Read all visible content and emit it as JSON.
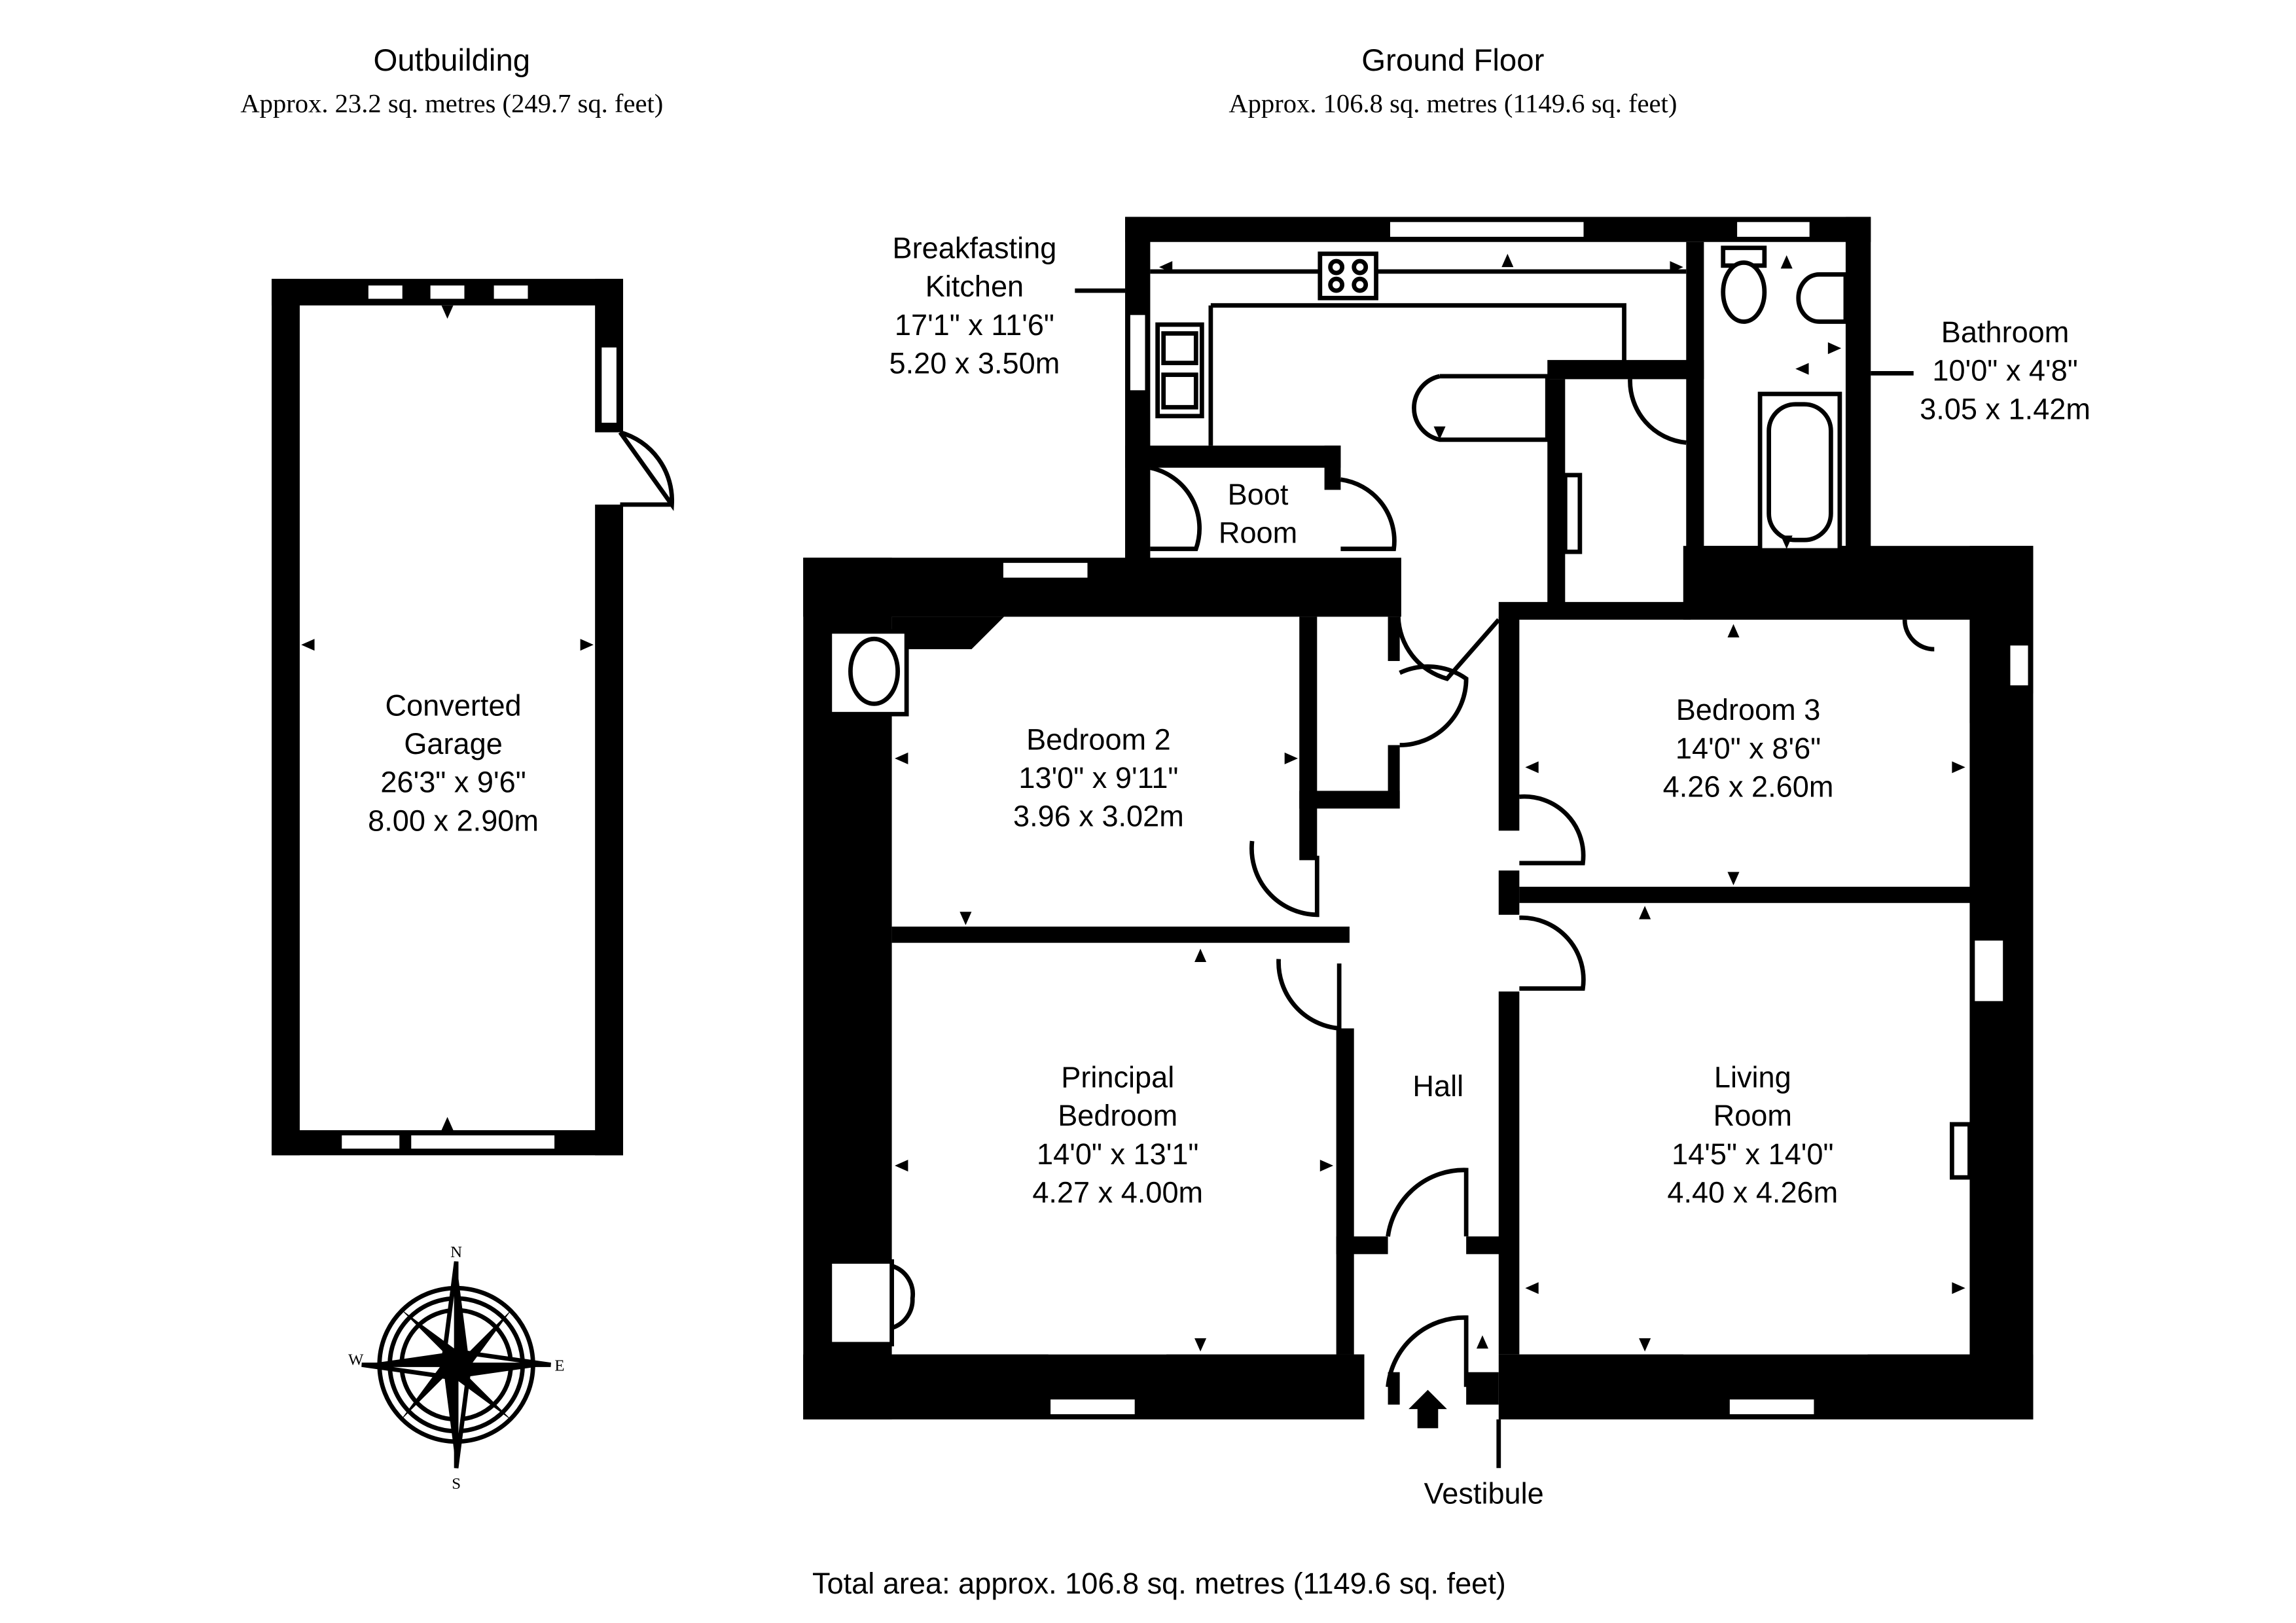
{
  "sections": {
    "outbuilding": {
      "title": "Outbuilding",
      "area": "Approx. 23.2 sq. metres (249.7 sq. feet)"
    },
    "ground_floor": {
      "title": "Ground Floor",
      "area": "Approx. 106.8 sq. metres (1149.6 sq. feet)"
    }
  },
  "rooms": {
    "garage": {
      "l1": "Converted",
      "l2": "Garage",
      "imperial": "26'3\" x 9'6\"",
      "metric": "8.00 x 2.90m"
    },
    "kitchen": {
      "l1": "Breakfasting",
      "l2": "Kitchen",
      "imperial": "17'1\" x 11'6\"",
      "metric": "5.20 x 3.50m"
    },
    "bathroom": {
      "l1": "Bathroom",
      "imperial": "10'0\" x 4'8\"",
      "metric": "3.05 x 1.42m"
    },
    "boot_room": {
      "l1": "Boot",
      "l2": "Room"
    },
    "bedroom2": {
      "l1": "Bedroom 2",
      "imperial": "13'0\" x 9'11\"",
      "metric": "3.96 x 3.02m"
    },
    "bedroom3": {
      "l1": "Bedroom 3",
      "imperial": "14'0\" x 8'6\"",
      "metric": "4.26 x 2.60m"
    },
    "principal": {
      "l1": "Principal",
      "l2": "Bedroom",
      "imperial": "14'0\" x 13'1\"",
      "metric": "4.27 x 4.00m"
    },
    "living": {
      "l1": "Living",
      "l2": "Room",
      "imperial": "14'5\" x 14'0\"",
      "metric": "4.40 x 4.26m"
    },
    "hall": {
      "l1": "Hall"
    },
    "vestibule": {
      "l1": "Vestibule"
    }
  },
  "compass": {
    "n": "N",
    "s": "S",
    "e": "E",
    "w": "W"
  },
  "total": "Total area: approx. 106.8 sq. metres (1149.6 sq. feet)"
}
